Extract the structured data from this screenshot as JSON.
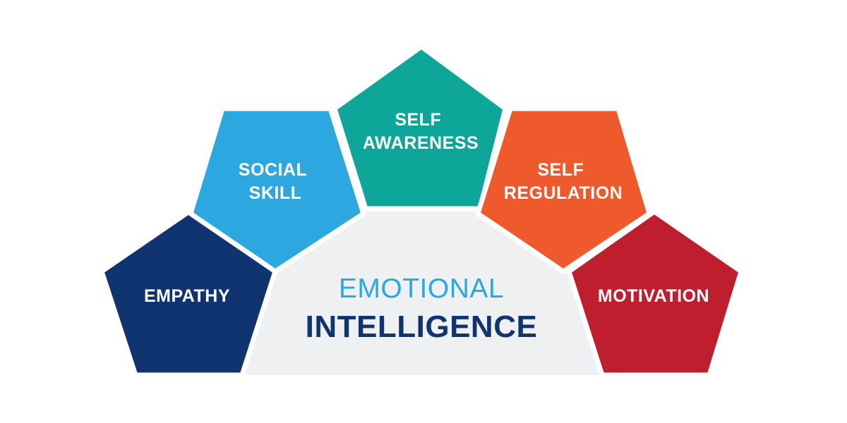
{
  "colors": {
    "background": "#ffffff",
    "center_fill": "#eff0f2",
    "outline": "#ffffff"
  },
  "center": {
    "line1": "EMOTIONAL",
    "line2": "INTELLIGENCE",
    "line1_color": "#2ca7df",
    "line2_color": "#0f3470"
  },
  "segments": [
    {
      "id": "empathy",
      "lines": [
        "EMPATHY"
      ],
      "color": "#0f3470",
      "icon": "pentagon"
    },
    {
      "id": "social-skill",
      "lines": [
        "SOCIAL",
        "SKILL"
      ],
      "color": "#2ca7df",
      "icon": "pentagon"
    },
    {
      "id": "self-awareness",
      "lines": [
        "SELF",
        "AWARENESS"
      ],
      "color": "#0fa69a",
      "icon": "pentagon"
    },
    {
      "id": "self-regulation",
      "lines": [
        "SELF",
        "REGULATION"
      ],
      "color": "#ef5a2c",
      "icon": "pentagon"
    },
    {
      "id": "motivation",
      "lines": [
        "MOTIVATION"
      ],
      "color": "#bf1e2e",
      "icon": "pentagon"
    }
  ]
}
